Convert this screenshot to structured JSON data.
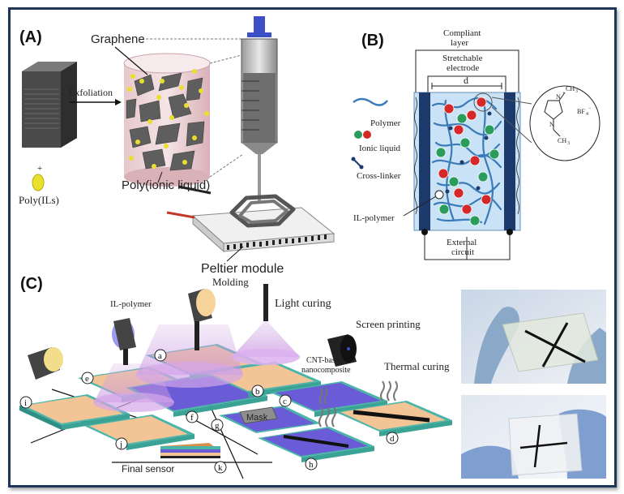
{
  "panel_a": {
    "label": "(A)",
    "graphene": "Graphene",
    "exfoliation": "Exfoliation",
    "plus": "+",
    "poly_ils": "Poly(ILs)",
    "poly_ionic_liquid": "Poly(ionic liquid)",
    "peltier": "Peltier module"
  },
  "panel_b": {
    "label": "(B)",
    "compliant_1": "Compliant",
    "compliant_2": "layer",
    "stretchable_1": "Stretchable",
    "stretchable_2": "electrode",
    "d": "d",
    "legend_polymer": "Polymer",
    "legend_ionic": "Ionic liquid",
    "legend_crosslinker": "Cross-linker",
    "il_polymer": "IL-polymer",
    "external_1": "External",
    "external_2": "circuit",
    "ch3_top": "CH",
    "ch3_bottom": "CH",
    "three_top": "3",
    "three_bottom": "3",
    "n_plus": "N",
    "n_plain": "N",
    "bf4": "BF",
    "four": "4",
    "minus": "−",
    "plus_sup": "+"
  },
  "panel_c": {
    "label": "(C)",
    "molding": "Molding",
    "light_curing": "Light curing",
    "il_polymer": "IL-polymer",
    "screen_printing": "Screen printing",
    "cnt_1": "CNT-based",
    "cnt_2": "nanocomposite",
    "thermal_curing": "Thermal curing",
    "mask": "Mask",
    "final_sensor": "Final sensor",
    "steps": [
      "a",
      "b",
      "c",
      "d",
      "e",
      "f",
      "g",
      "h",
      "i",
      "j",
      "k"
    ]
  },
  "colors": {
    "border": "#1d3557",
    "electrode": "#1c3a6b",
    "cell_bg": "#c9e2f5",
    "polymer": "#3a7bb8",
    "ion_plus": "#d62828",
    "ion_minus": "#2a9d5c",
    "plate_orange": "#f2c496",
    "plate_teal": "#4bb5aa",
    "plate_purple": "#6a5cd6",
    "syringe_blue": "#3d4fc4",
    "sheet_dark": "#5a5a5a",
    "yellow_dot": "#e8e02c"
  }
}
